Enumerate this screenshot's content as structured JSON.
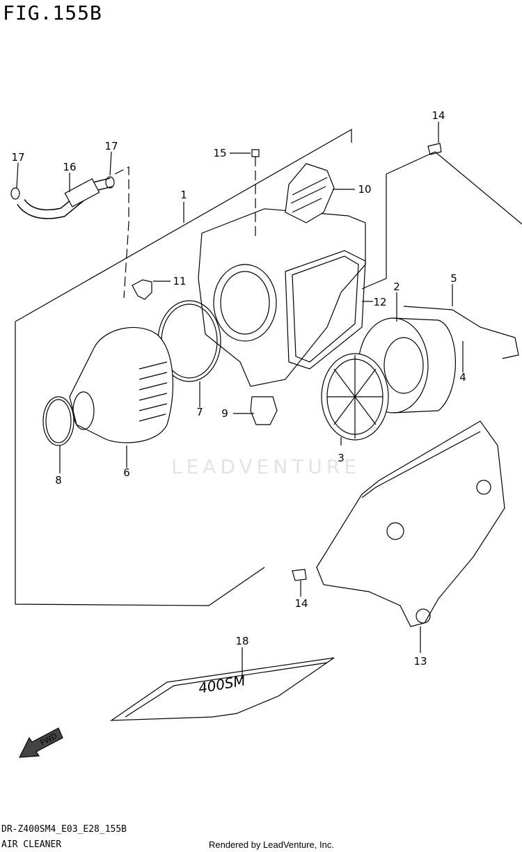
{
  "figure": {
    "title": "FIG.155B",
    "code": "DR-Z400SM4_E03_E28_155B",
    "name": "AIR CLEANER",
    "credit": "Rendered by LeadVenture, Inc.",
    "watermark": "LEADVENTURE"
  },
  "parts": [
    {
      "id": "callout-1",
      "label": "1"
    },
    {
      "id": "callout-2",
      "label": "2"
    },
    {
      "id": "callout-3",
      "label": "3"
    },
    {
      "id": "callout-4",
      "label": "4"
    },
    {
      "id": "callout-5",
      "label": "5"
    },
    {
      "id": "callout-6",
      "label": "6"
    },
    {
      "id": "callout-7",
      "label": "7"
    },
    {
      "id": "callout-8",
      "label": "8"
    },
    {
      "id": "callout-9",
      "label": "9"
    },
    {
      "id": "callout-10",
      "label": "10"
    },
    {
      "id": "callout-11",
      "label": "11"
    },
    {
      "id": "callout-12",
      "label": "12"
    },
    {
      "id": "callout-13",
      "label": "13"
    },
    {
      "id": "callout-14-top",
      "label": "14"
    },
    {
      "id": "callout-14-bottom",
      "label": "14"
    },
    {
      "id": "callout-15",
      "label": "15"
    },
    {
      "id": "callout-16",
      "label": "16"
    },
    {
      "id": "callout-17-left",
      "label": "17"
    },
    {
      "id": "callout-17-right",
      "label": "17"
    },
    {
      "id": "callout-18",
      "label": "18"
    }
  ],
  "arrow_label": "FWD",
  "decal_text": "400SM"
}
